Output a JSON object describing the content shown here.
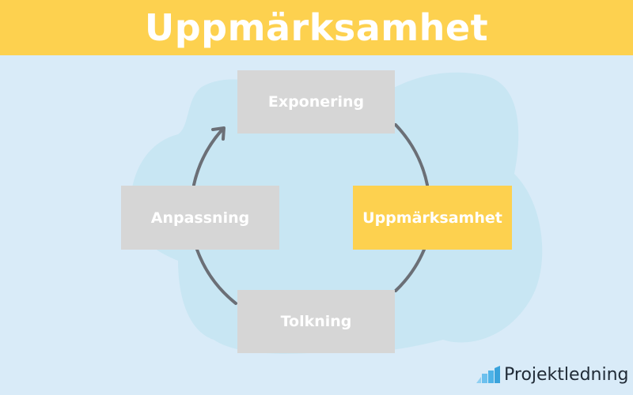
{
  "header": {
    "title": "Uppmärksamhet"
  },
  "diagram": {
    "type": "cycle",
    "direction": "clockwise",
    "nodes": [
      {
        "label": "Exponering",
        "position": "top",
        "highlighted": false
      },
      {
        "label": "Uppmärksamhet",
        "position": "right",
        "highlighted": true
      },
      {
        "label": "Tolkning",
        "position": "bottom",
        "highlighted": false
      },
      {
        "label": "Anpassning",
        "position": "left",
        "highlighted": false
      }
    ]
  },
  "colors": {
    "background": "#d9ebf8",
    "blob": "#c8e6f3",
    "accent": "#fdd14f",
    "node": "#d6d6d6",
    "arrow": "#6b6f76",
    "logo_blue": "#4fb3e8"
  },
  "brand": {
    "logo_text": "Projektledning",
    "logo_icon": "bar-chart-logo-icon"
  }
}
